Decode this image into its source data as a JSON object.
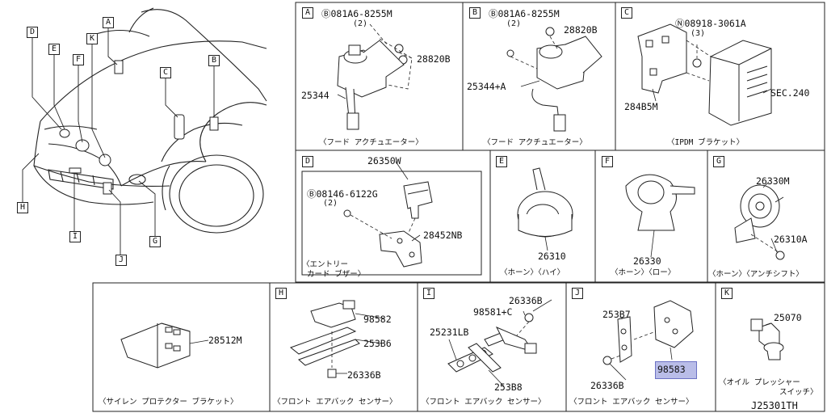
{
  "overview": {
    "callouts": [
      "A",
      "B",
      "C",
      "D",
      "E",
      "F",
      "G",
      "H",
      "I",
      "J",
      "K"
    ]
  },
  "panels": {
    "A": {
      "letter": "A",
      "bolt": "Ⓑ081A6-8255M",
      "qty": "(2)",
      "p1": "28820B",
      "p2": "25344",
      "caption": "〈フード アクチュエーター〉"
    },
    "B": {
      "letter": "B",
      "bolt": "Ⓑ081A6-8255M",
      "qty": "(2)",
      "p1": "28820B",
      "p2": "25344+A",
      "caption": "〈フード アクチュエーター〉"
    },
    "C": {
      "letter": "C",
      "nut": "Ⓝ08918-3061A",
      "qty": "(3)",
      "p1": "284B5M",
      "p2": "SEC.240",
      "caption": "〈IPDM ブラケット〉"
    },
    "D": {
      "letter": "D",
      "p1": "26350W",
      "bolt": "Ⓑ08146-6122G",
      "qty": "(2)",
      "p2": "28452NB",
      "caption1": "〈エントリー",
      "caption2": "カード ブザー〉"
    },
    "E": {
      "letter": "E",
      "p1": "26310",
      "caption": "〈ホーン〉〈ハイ〉"
    },
    "F": {
      "letter": "F",
      "p1": "26330",
      "caption": "〈ホーン〉〈ロー〉"
    },
    "G": {
      "letter": "G",
      "p1": "26330M",
      "p2": "26310A",
      "caption": "〈ホーン〉〈アンチシフト〉"
    },
    "siren": {
      "p1": "28512M",
      "caption": "〈サイレン プロテクター ブラケット〉"
    },
    "H": {
      "letter": "H",
      "p1": "98582",
      "p2": "253B6",
      "p3": "26336B",
      "caption": "〈フロント エアバック センサー〉"
    },
    "I": {
      "letter": "I",
      "p1": "26336B",
      "p2": "98581+C",
      "p3": "25231LB",
      "p4": "253B8",
      "caption": "〈フロント エアバック センサー〉"
    },
    "J": {
      "letter": "J",
      "p1": "253B7",
      "p2": "98583",
      "p3": "26336B",
      "caption": "〈フロント エアバック センサー〉"
    },
    "K": {
      "letter": "K",
      "p1": "25070",
      "caption1": "〈オイル プレッシャー",
      "caption2": "スイッチ〉"
    }
  },
  "footer": {
    "code": "J25301TH"
  },
  "colors": {
    "highlight": "#b9bde8",
    "line": "#222222"
  }
}
